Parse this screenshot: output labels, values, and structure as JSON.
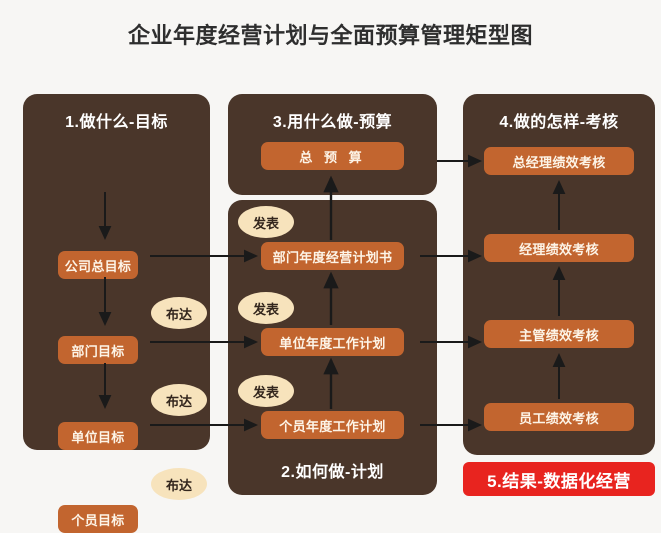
{
  "title": "企业年度经营计划与全面预算管理矩型图",
  "colors": {
    "background": "#f7f6f4",
    "panel": "#4a362a",
    "box": "#c2652f",
    "ellipse": "#f7e3bc",
    "result": "#e8241f",
    "arrow": "#1a1a1a",
    "title_text": "#2e2e2e"
  },
  "panels": {
    "goals": {
      "title": "1.做什么-目标",
      "boxes": [
        {
          "label": "公司总目标"
        },
        {
          "label": "部门目标"
        },
        {
          "label": "单位目标"
        },
        {
          "label": "个员目标"
        }
      ],
      "tags": [
        {
          "label": "布达"
        },
        {
          "label": "布达"
        },
        {
          "label": "布达"
        }
      ]
    },
    "budget": {
      "title": "3.用什么做-预算",
      "boxes": [
        {
          "label": "总 预 算"
        }
      ]
    },
    "plan": {
      "title": "2.如何做-计划",
      "boxes": [
        {
          "label": "部门年度经营计划书"
        },
        {
          "label": "单位年度工作计划"
        },
        {
          "label": "个员年度工作计划"
        }
      ],
      "tags": [
        {
          "label": "发表"
        },
        {
          "label": "发表"
        },
        {
          "label": "发表"
        }
      ]
    },
    "appraisal": {
      "title": "4.做的怎样-考核",
      "boxes": [
        {
          "label": "总经理绩效考核"
        },
        {
          "label": "经理绩效考核"
        },
        {
          "label": "主管绩效考核"
        },
        {
          "label": "员工绩效考核"
        }
      ]
    },
    "result": {
      "label": "5.结果-数据化经营"
    }
  }
}
